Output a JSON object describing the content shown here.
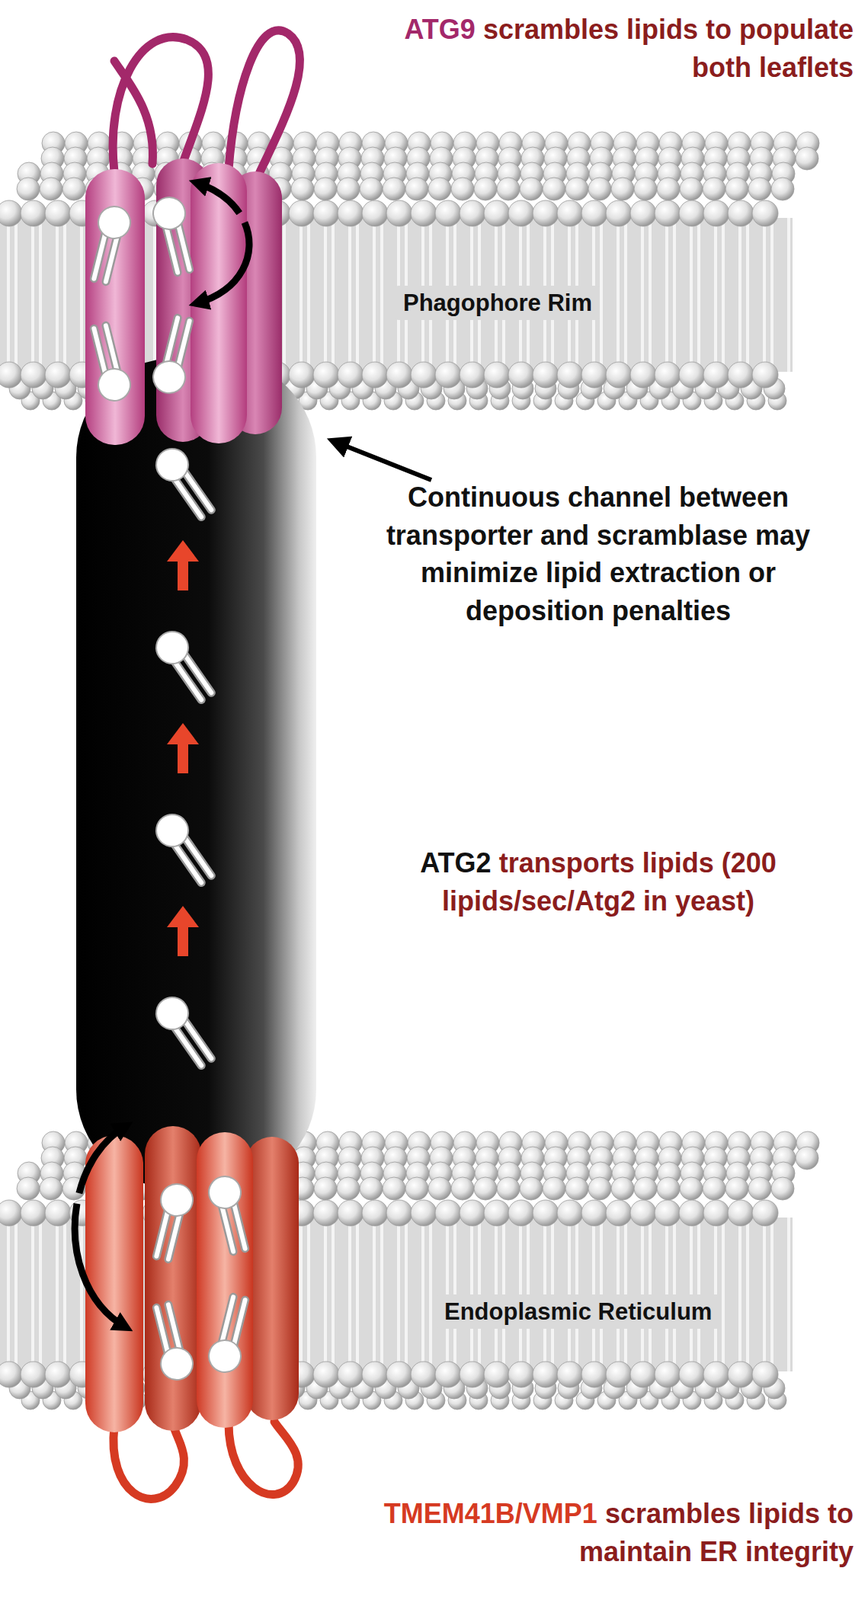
{
  "diagram": {
    "nodes": [
      {
        "text": [
          "Phagophore Rim"
        ]
      },
      {
        "text": [
          "Endoplasmic Reticulum"
        ]
      }
    ],
    "labels": [
      "ATG9",
      "scrambles lipids to populate both leaflets",
      "Continuous channel between transporter and scramblase may minimize lipid extraction or deposition penalties",
      "ATG2",
      "transports lipids (200 lipids/sec/Atg2 in yeast)",
      "TMEM41B/VMP1",
      "scrambles lipids to maintain ER integrity"
    ]
  }
}
